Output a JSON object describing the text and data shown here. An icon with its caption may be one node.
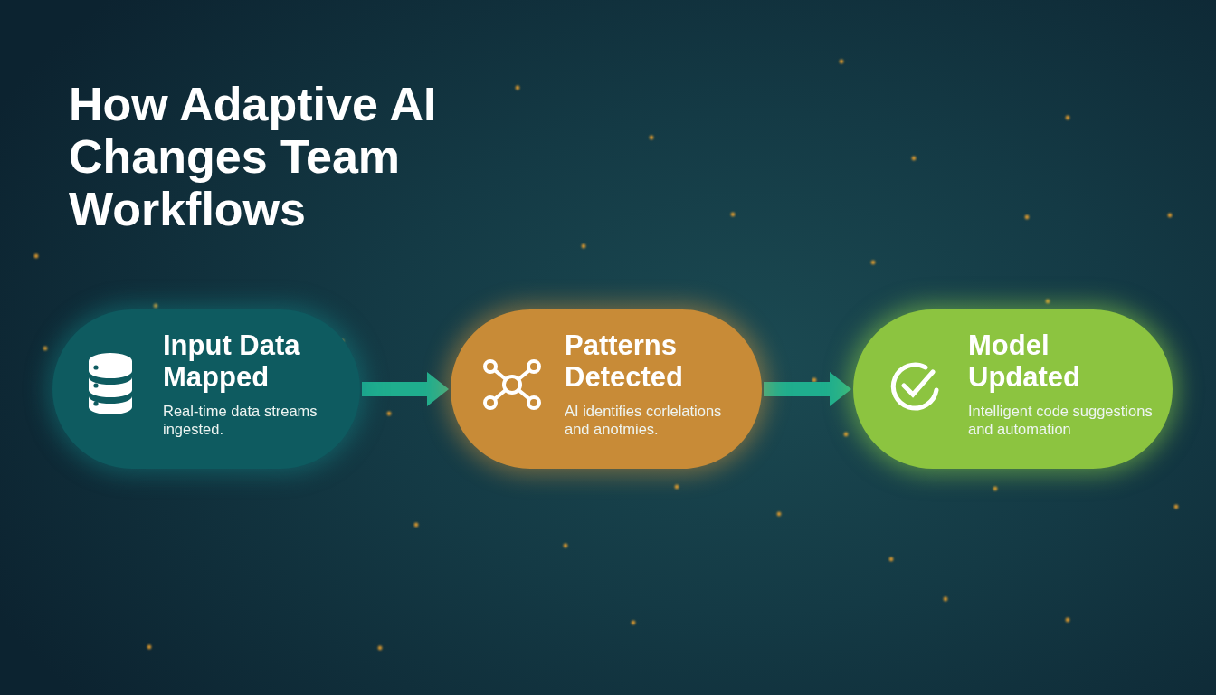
{
  "diagram": {
    "title": "How Adaptive AI Changes Team Workflows",
    "nodes": [
      {
        "text": [
          "Input Data Mapped",
          "Real-time data streams ingested."
        ]
      },
      {
        "text": [
          "Patterns Detected",
          "AI identifies corlelations and anotmies."
        ]
      },
      {
        "text": [
          "Model Updated",
          "Intelligent code suggestions and automation"
        ]
      }
    ],
    "edges": [
      {
        "from": 0,
        "to": 1,
        "arrow": "to"
      },
      {
        "from": 1,
        "to": 2,
        "arrow": "to"
      }
    ]
  }
}
